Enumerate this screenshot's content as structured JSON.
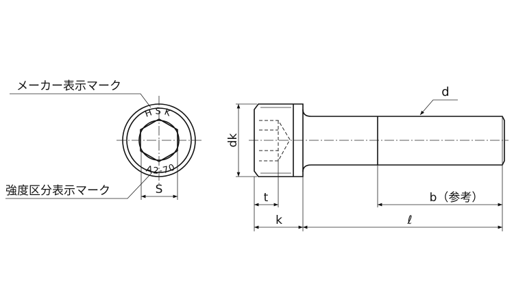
{
  "labels": {
    "maker_mark": "メーカー表示マーク",
    "strength_mark": "強度区分表示マーク",
    "head_marking_top": "HSK",
    "head_marking_bottom": "A2-70",
    "s": "S",
    "dk": "dk",
    "d": "d",
    "t": "t",
    "k": "k",
    "b": "b（参考）",
    "l": "ℓ"
  }
}
